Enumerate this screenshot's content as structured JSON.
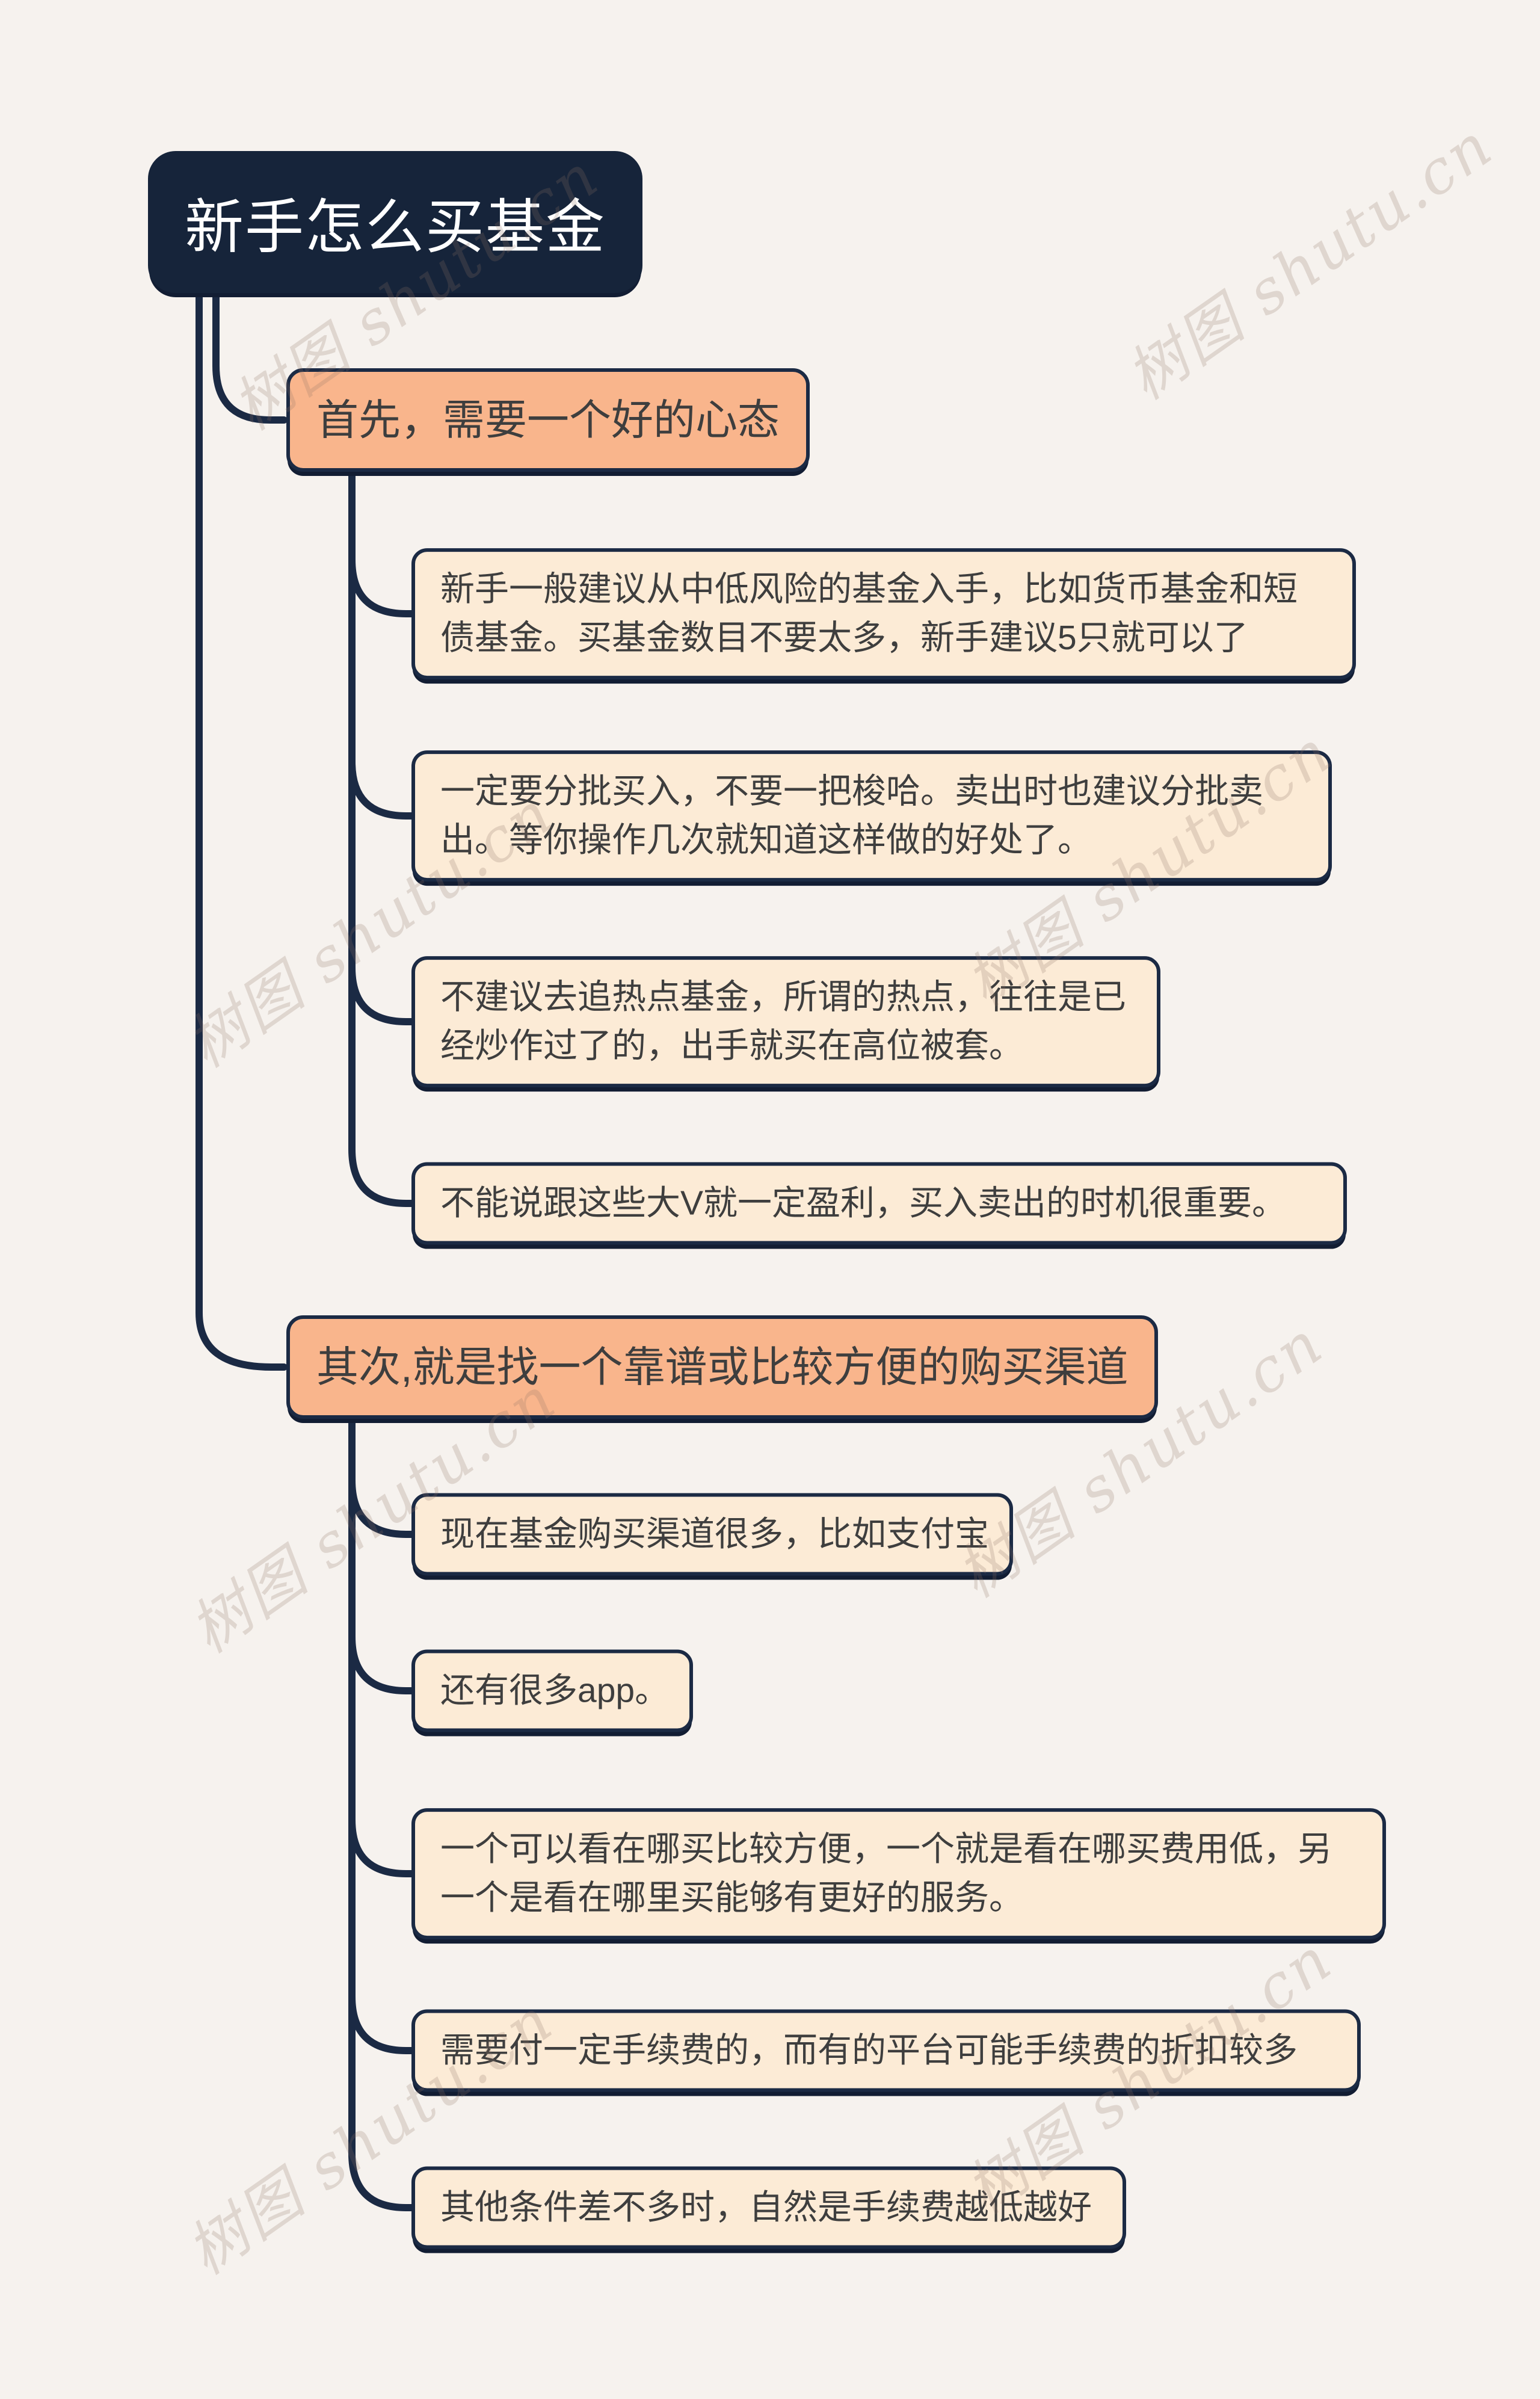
{
  "title": "新手怎么买基金",
  "watermark": {
    "text": "树图 shutu.cn"
  },
  "branches": [
    {
      "label": "首先，需要一个好的心态",
      "children": [
        "新手一般建议从中低风险的基金入手，比如货币基金和短债基金。买基金数目不要太多，新手建议5只就可以了",
        "一定要分批买入，不要一把梭哈。卖出时也建议分批卖出。等你操作几次就知道这样做的好处了。",
        "不建议去追热点基金，所谓的热点，往往是已经炒作过了的，出手就买在高位被套。",
        "不能说跟这些大V就一定盈利，买入卖出的时机很重要。"
      ]
    },
    {
      "label": "其次,就是找一个靠谱或比较方便的购买渠道",
      "children": [
        "现在基金购买渠道很多，比如支付宝",
        "还有很多app。",
        "一个可以看在哪买比较方便，一个就是看在哪买费用低，另一个是看在哪里买能够有更好的服务。",
        "需要付一定手续费的，而有的平台可能手续费的折扣较多",
        "其他条件差不多时，自然是手续费越低越好"
      ]
    }
  ],
  "colors": {
    "canvas": "#f6f2ee",
    "node_dark": "#16243a",
    "branch_fill": "#f9b58c",
    "child_fill": "#fcebd6",
    "line": "#1b2a44",
    "text": "#3e3e3e",
    "title_text": "#ffffff",
    "watermark": "rgba(140,116,99,0.22)"
  }
}
